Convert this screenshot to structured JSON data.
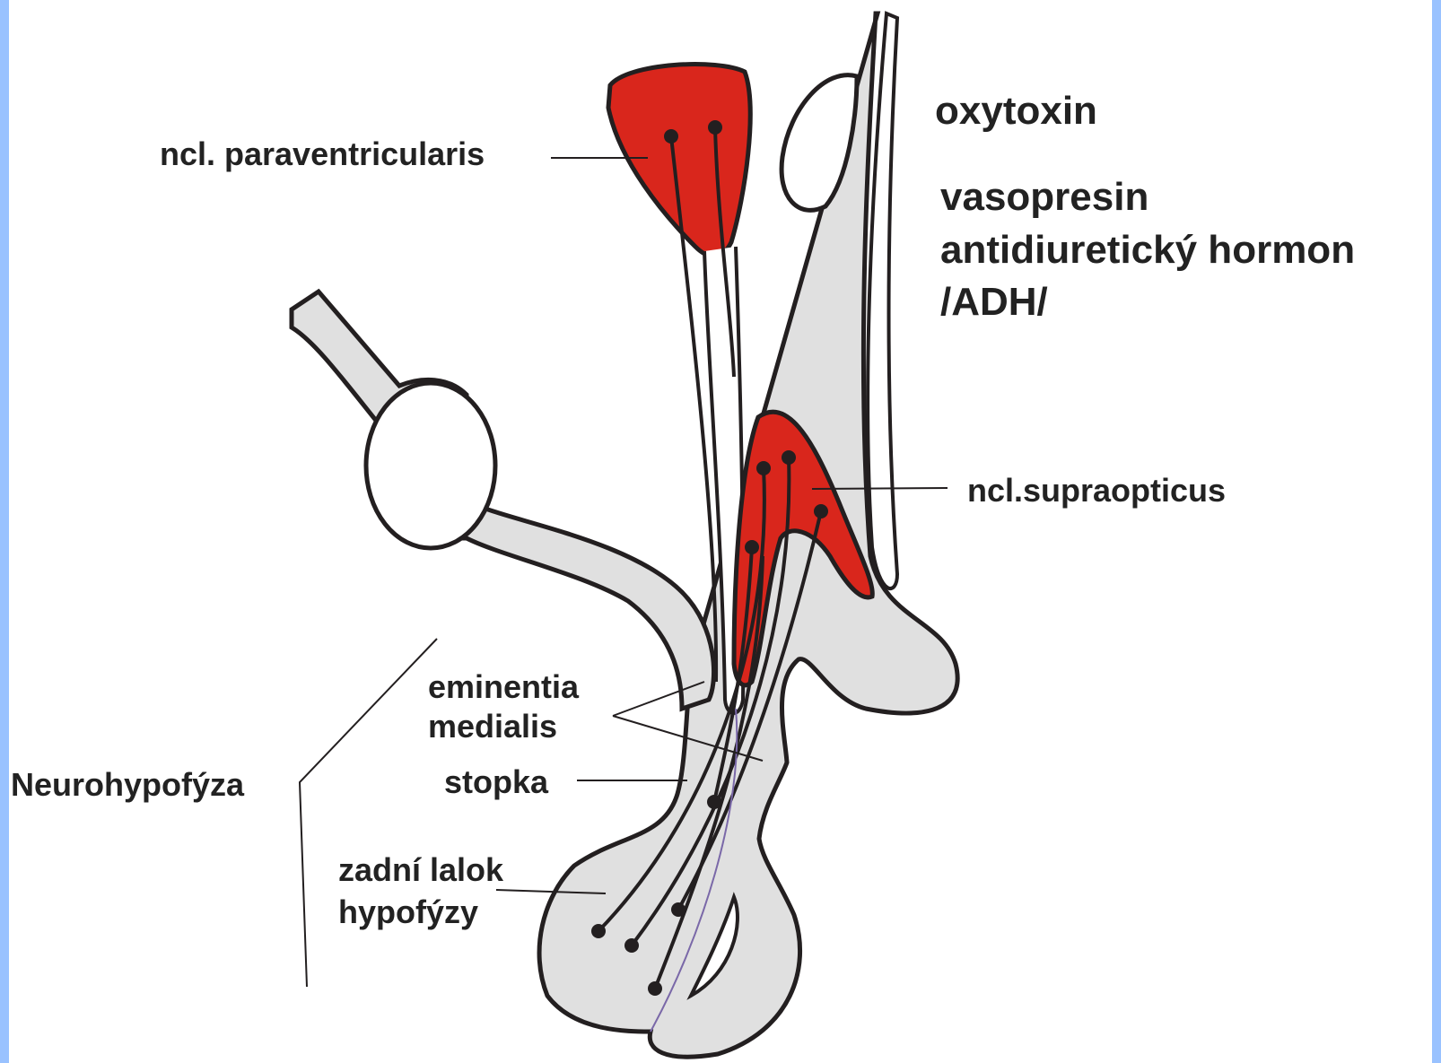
{
  "labels": {
    "paraventricularis": "ncl. paraventricularis",
    "oxytoxin": "oxytoxin",
    "vasopresin": "vasopresin",
    "adh_full": "antidiuretický hormon",
    "adh_abbr": "/ADH/",
    "supraopticus": "ncl.supraopticus",
    "eminentia_line1": "eminentia",
    "eminentia_line2": "medialis",
    "stopka": "stopka",
    "neurohypofyza": "Neurohypofýza",
    "zadni_line1": "zadní lalok",
    "zadni_line2": "hypofýzy"
  },
  "colors": {
    "nucleus_fill": "#d9261c",
    "tissue_fill": "#e0e0e0",
    "outline": "#231f20",
    "frame_edge": "#99c2ff",
    "label_text": "#222222"
  }
}
